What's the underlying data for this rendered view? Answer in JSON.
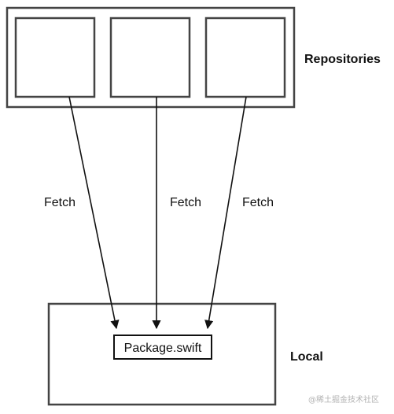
{
  "diagram": {
    "repositories_label": "Repositories",
    "local_label": "Local",
    "package_file": "Package.swift",
    "edges": [
      {
        "label": "Fetch"
      },
      {
        "label": "Fetch"
      },
      {
        "label": "Fetch"
      }
    ],
    "watermark": "@稀土掘金技术社区"
  },
  "colors": {
    "stroke": "#444444",
    "arrow": "#111111",
    "text": "#111111",
    "watermark": "#b3b3b3"
  }
}
